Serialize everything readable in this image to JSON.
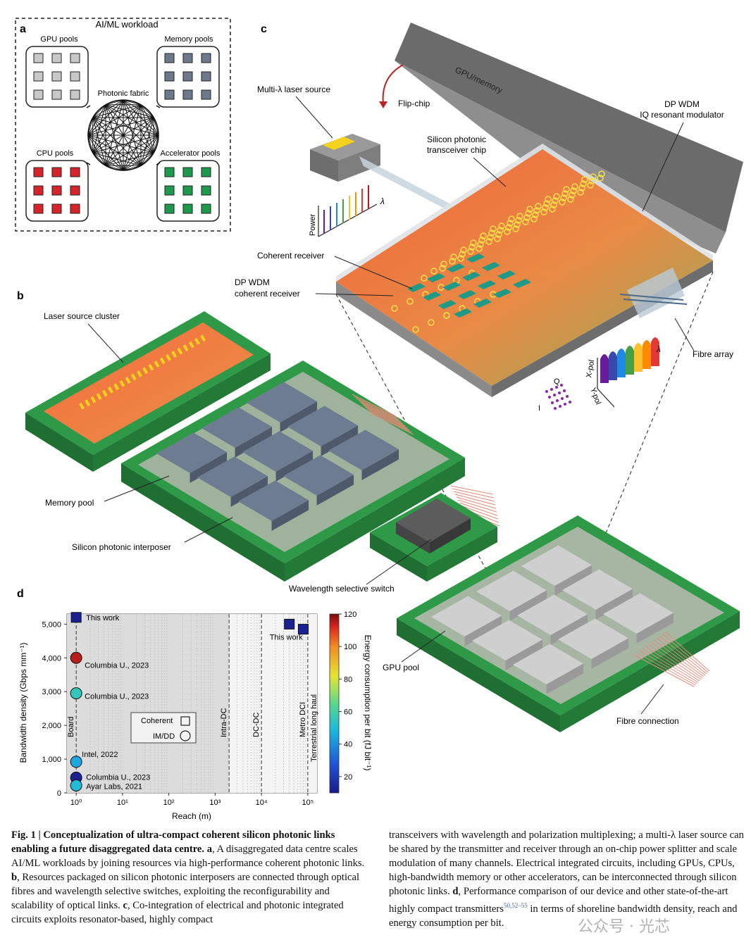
{
  "panel_a": {
    "letter": "a",
    "title": "AI/ML workload",
    "gpu_pools": "GPU pools",
    "memory_pools": "Memory pools",
    "cpu_pools": "CPU pools",
    "accelerator_pools": "Accelerator pools",
    "fabric": "Photonic fabric",
    "colors": {
      "gpu": "#c8c8c8",
      "memory": "#6d7a8e",
      "cpu": "#d8232a",
      "accelerator": "#1e9a4c"
    }
  },
  "panel_b": {
    "letter": "b",
    "laser_cluster": "Laser source cluster",
    "memory_pool": "Memory pool",
    "interposer": "Silicon photonic interposer",
    "wss": "Wavelength selective switch",
    "gpu_pool": "GPU pool",
    "fibre_connection": "Fibre connection"
  },
  "panel_c": {
    "letter": "c",
    "gpu_memory": "GPU/memory",
    "flip_chip": "Flip-chip",
    "laser_source": "Multi-λ laser source",
    "transceiver_1": "Silicon photonic",
    "transceiver_2": "transceiver chip",
    "modulator_1": "DP WDM",
    "modulator_2": "IQ resonant modulator",
    "coherent_receiver": "Coherent receiver",
    "dp_rx_1": "DP WDM",
    "dp_rx_2": "coherent receiver",
    "fibre_array": "Fibre array",
    "power": "Power",
    "lambda": "λ",
    "xpol": "X-pol",
    "ypol": "Y-pol",
    "Q": "Q",
    "I": "I"
  },
  "panel_d": {
    "letter": "d",
    "chart_data": {
      "type": "scatter",
      "xlabel": "Reach (m)",
      "ylabel": "Bandwidth density (Gbps mm⁻¹)",
      "x_scale": "log",
      "xlim": [
        1,
        100000
      ],
      "ylim": [
        0,
        5300
      ],
      "y_ticks": [
        "0",
        "1,000",
        "2,000",
        "3,000",
        "4,000",
        "5,000"
      ],
      "x_ticks": [
        "10⁰",
        "10¹",
        "10²",
        "10³",
        "10⁴",
        "10⁵"
      ],
      "colorbar": {
        "label": "Energy consumption per bit (fJ bit⁻¹)",
        "min": 10,
        "max": 120,
        "ticks": [
          "20",
          "40",
          "60",
          "80",
          "100",
          "120"
        ]
      },
      "regions": [
        "Board",
        "Intra-DC",
        "DC-DC",
        "Metro DCI",
        "Terrestrial long haul"
      ],
      "legend": {
        "coherent": "Coherent",
        "imdd": "IM/DD"
      },
      "points": [
        {
          "label": "This work",
          "x": 1,
          "y": 5200,
          "marker": "square",
          "energy": 12
        },
        {
          "label": "Columbia U., 2023",
          "x": 1,
          "y": 4000,
          "marker": "circle",
          "energy": 115
        },
        {
          "label": "Columbia U., 2023",
          "x": 1,
          "y": 2950,
          "marker": "circle",
          "energy": 55
        },
        {
          "label": "Intel, 2022",
          "x": 1,
          "y": 920,
          "marker": "circle",
          "energy": 45
        },
        {
          "label": "Columbia U., 2023",
          "x": 1,
          "y": 450,
          "marker": "circle",
          "energy": 12
        },
        {
          "label": "Ayar Labs, 2021",
          "x": 1,
          "y": 220,
          "marker": "circle",
          "energy": 50
        },
        {
          "label": "This work",
          "x": 40000,
          "y": 5000,
          "marker": "square",
          "energy": 12
        },
        {
          "label": "",
          "x": 80000,
          "y": 4850,
          "marker": "square",
          "energy": 12
        }
      ]
    }
  },
  "caption": {
    "left_bold": "Fig. 1 | Conceptualization of ultra-compact coherent silicon photonic links enabling a future disaggregated data centre.",
    "left_a": "a",
    "left_a_text": ", A disaggregated data centre scales AI/ML workloads by joining resources via high-performance coherent photonic links. ",
    "left_b": "b",
    "left_b_text": ", Resources packaged on silicon photonic interposers are connected through optical fibres and wavelength selective switches, exploiting the reconfigurability and scalability of optical links. ",
    "left_c": "c",
    "left_c_text": ", Co-integration of electrical and photonic integrated circuits exploits resonator-based, highly compact",
    "right_text_1": "transceivers with wavelength and polarization multiplexing; a multi-λ laser source can be shared by the transmitter and receiver through an on-chip power splitter and scale modulation of many channels. Electrical integrated circuits, including GPUs, CPUs, high-bandwidth memory or other accelerators, can be interconnected through silicon photonic links. ",
    "right_d": "d",
    "right_text_2": ", Performance comparison of our device and other state-of-the-art highly compact transmitters",
    "right_refs": "50,52–55",
    "right_text_3": " in terms of shoreline bandwidth density, reach and energy consumption per bit."
  },
  "watermark": "公众号 · 光芯"
}
